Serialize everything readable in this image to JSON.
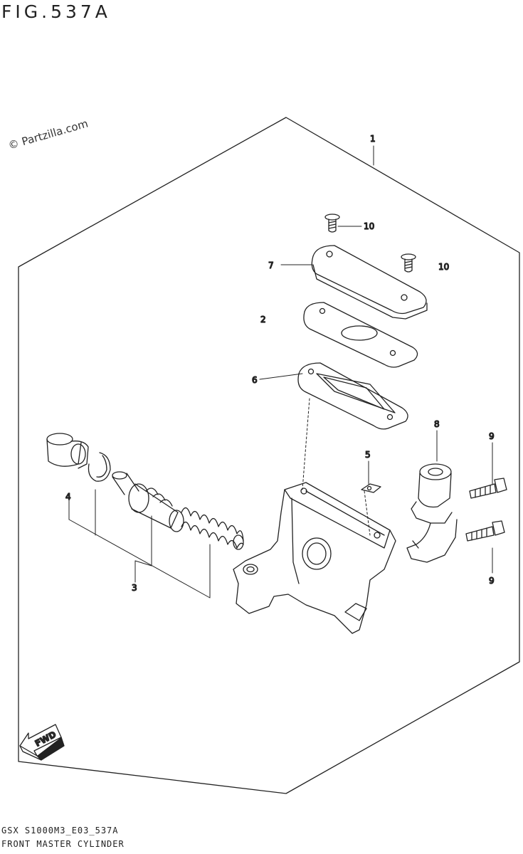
{
  "figure": {
    "title": "FIG.537A",
    "watermark": "© Partzilla.com",
    "code": "GSX S1000M3_E03_537A",
    "name": "FRONT MASTER CYLINDER"
  },
  "callouts": [
    "1",
    "10",
    "10",
    "7",
    "2",
    "6",
    "8",
    "5",
    "9",
    "9",
    "4",
    "3"
  ],
  "fwd_label": "FWD"
}
